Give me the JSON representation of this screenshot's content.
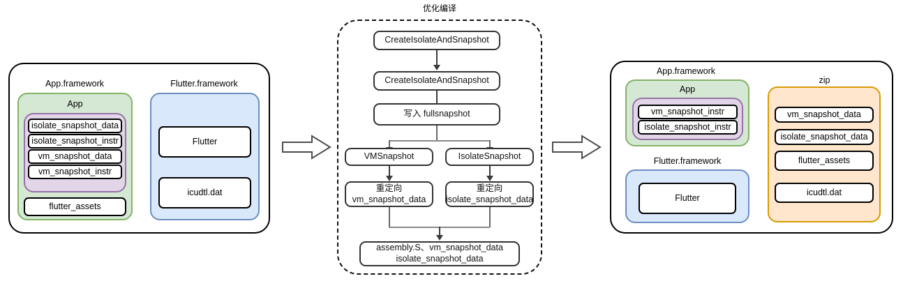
{
  "title": "Flutter AOT build artifact transformation diagram",
  "left_panel": {
    "app_framework_label": "App.framework",
    "flutter_framework_label": "Flutter.framework",
    "app_label": "App",
    "snapshot_items": [
      "isolate_snapshot_data",
      "isolate_snapshot_instr",
      "vm_snapshot_data",
      "vm_snapshot_instr"
    ],
    "assets_item": "flutter_assets",
    "flutter_items": [
      "Flutter",
      "icudtl.dat"
    ]
  },
  "middle_panel": {
    "title": "优化编译",
    "step1": "CreateIsolateAndSnapshot",
    "step2": "CreateIsolateAndSnapshot",
    "step3": "写入 fullsnapshot",
    "branch_left": "VMSnapshot",
    "branch_right": "IsolateSnapshot",
    "redirect_left": "重定向\nvm_snapshot_data",
    "redirect_right": "重定向\nisolate_snapshot_data",
    "output": "assembly.S、vm_snapshot_data\nisolate_snapshot_data"
  },
  "right_panel": {
    "app_framework_label": "App.framework",
    "zip_label": "zip",
    "app_label": "App",
    "flutter_framework_label": "Flutter.framework",
    "instr_items": [
      "vm_snapshot_instr",
      "isolate_snapshot_instr"
    ],
    "flutter_item": "Flutter",
    "zip_items": [
      "vm_snapshot_data",
      "isolate_snapshot_data",
      "flutter_assets",
      "icudtl.dat"
    ]
  },
  "arrows": {
    "arrow1_label": "transform-arrow-left-to-middle",
    "arrow2_label": "transform-arrow-middle-to-right"
  },
  "colors": {
    "green_fill": "#d5e8d4",
    "green_stroke": "#82b366",
    "purple_fill": "#e1d5e7",
    "purple_stroke": "#9673a6",
    "blue_fill": "#dae8fc",
    "blue_stroke": "#6c8ebf",
    "yellow_fill": "#ffe6cc",
    "yellow_stroke": "#d79b00",
    "outline": "#000000"
  }
}
